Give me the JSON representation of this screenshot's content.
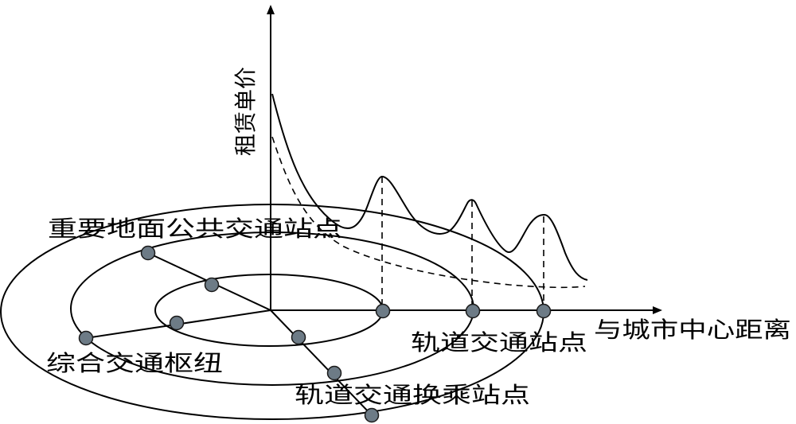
{
  "labels": {
    "y_axis": "租赁单价",
    "x_axis": "与城市中心距离",
    "ground_transit_station": "重要地面公共交通站点",
    "integrated_hub": "综合交通枢纽",
    "rail_station": "轨道交通站点",
    "rail_transfer_station": "轨道交通换乘站点"
  },
  "colors": {
    "line": "#000000",
    "node_fill": "#6d7b86",
    "node_stroke": "#1a1a1a"
  }
}
